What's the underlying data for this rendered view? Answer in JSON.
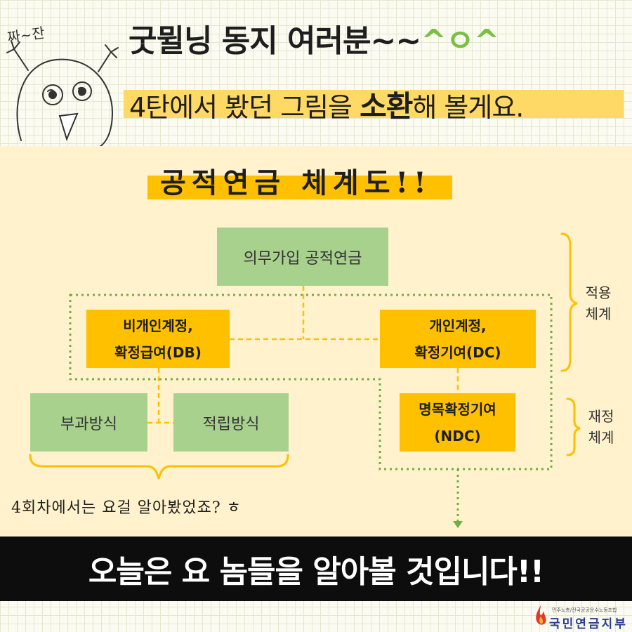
{
  "header": {
    "greeting": "굿뮐닝 동지 여러분~~",
    "emoticon": "^ㅇ^",
    "cheer": "짜~잔",
    "subtitle_before": "4탄에서 봤던 그림을 ",
    "subtitle_strong": "소환",
    "subtitle_after": "해 볼게요."
  },
  "diagram": {
    "title": "공적연금 체계도!!",
    "root": "의무가입 공적연금",
    "db_line1": "비개인계정,",
    "db_line2": "확정급여(DB)",
    "dc_line1": "개인계정,",
    "dc_line2": "확정기여(DC)",
    "paygo": "부과방식",
    "funded": "적립방식",
    "ndc_line1": "명목확정기여",
    "ndc_line2": "(NDC)",
    "label_application": [
      "적용",
      "체계"
    ],
    "label_finance": [
      "재정",
      "체계"
    ]
  },
  "note": "4회차에서는 요걸 알아봤었죠? ㅎ",
  "banner": "오늘은 요 놈들을 알아볼 것입니다!!",
  "logo": {
    "small": "민주노총/전국공공운수노동조합",
    "name": "국민연금지부"
  },
  "colors": {
    "green_box": "#a9d18e",
    "gold_box": "#ffc000",
    "panel": "#fff2cc",
    "dotted_green": "#70ad47",
    "dashed_gold": "#ffc000",
    "banner": "#0d0d0d"
  }
}
